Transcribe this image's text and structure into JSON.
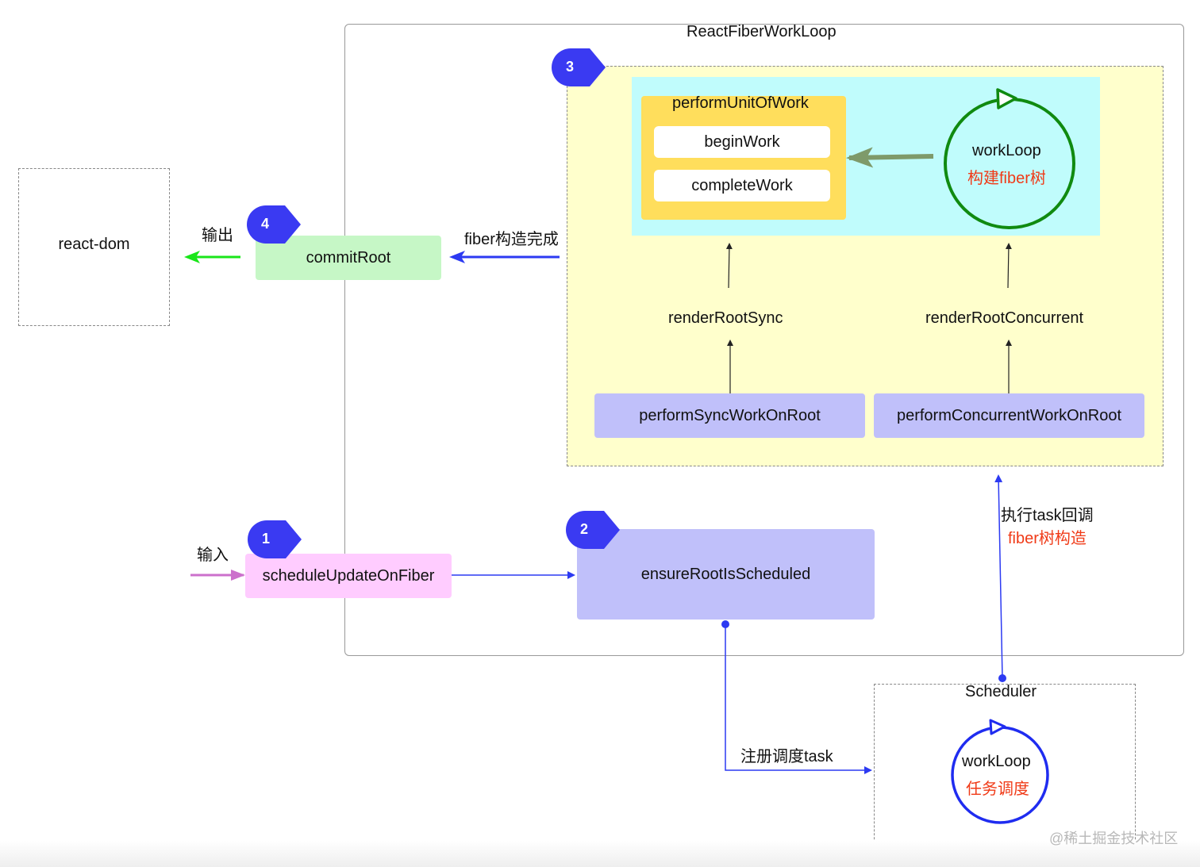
{
  "nodes": {
    "react_fiber_work_loop": "ReactFiberWorkLoop",
    "react_dom": "react-dom",
    "commit_root": "commitRoot",
    "perform_unit_of_work": "performUnitOfWork",
    "begin_work": "beginWork",
    "complete_work": "completeWork",
    "work_loop_fiber": "workLoop",
    "work_loop_fiber_sub": "构建fiber树",
    "render_root_sync": "renderRootSync",
    "render_root_concurrent": "renderRootConcurrent",
    "perform_sync_work_on_root": "performSyncWorkOnRoot",
    "perform_concurrent_work_on_root": "performConcurrentWorkOnRoot",
    "schedule_update_on_fiber": "scheduleUpdateOnFiber",
    "ensure_root_is_scheduled": "ensureRootIsScheduled",
    "scheduler": "Scheduler",
    "work_loop_scheduler": "workLoop",
    "work_loop_scheduler_sub": "任务调度"
  },
  "edges": {
    "output": "输出",
    "input": "输入",
    "fiber_done": "fiber构造完成",
    "register_task": "注册调度task",
    "exec_callback": "执行task回调",
    "exec_callback_sub": "fiber树构造"
  },
  "badges": [
    "1",
    "2",
    "3",
    "4"
  ],
  "watermark": "@稀土掘金技术社区",
  "colors": {
    "badge": "#3a3af2",
    "pink": "#ffccff",
    "lavender": "#c0c0fa",
    "green_box": "#c6f7c6",
    "yellow_region": "#ffffcc",
    "cyan_region": "#c0fcfc",
    "gold_box": "#ffde5c",
    "circle_green": "#108a10",
    "circle_blue": "#1f2cf0",
    "arrow_blue": "#2c3af2",
    "arrow_green": "#19e619",
    "arrow_olive": "#7e9a6a",
    "arrow_pink": "#cc70cc",
    "red_text": "#f03a17"
  }
}
